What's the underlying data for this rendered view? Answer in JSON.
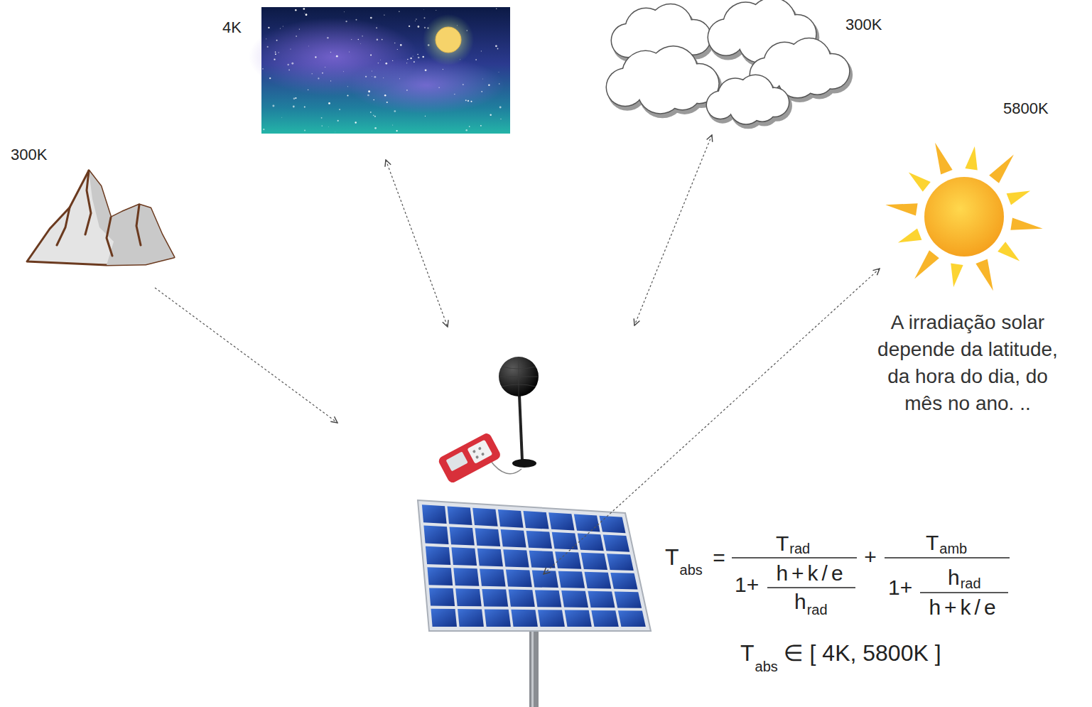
{
  "diagram": {
    "nodes": [
      {
        "text": [
          "300K"
        ]
      },
      {
        "text": [
          "4K"
        ]
      },
      {
        "text": [
          "300K"
        ]
      },
      {
        "text": [
          "5800K",
          "A irradiação solar depende da latitude, da hora do dia, do mês no ano. .."
        ]
      }
    ],
    "labels": [
      "T",
      "abs",
      "=",
      "T",
      "rad",
      "1+",
      "h+k/e",
      "h",
      "rad",
      "+",
      "T",
      "amb",
      "1+",
      "h",
      "rad",
      "h+k/e",
      "T",
      "abs",
      "∈ [ 4K, 5800K ]"
    ]
  }
}
